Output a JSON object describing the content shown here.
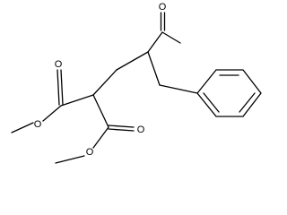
{
  "molecule": {
    "atoms": {
      "ketone_oxygen": "O",
      "ester1_carbonyl_oxygen": "O",
      "ester1_ether_oxygen": "O",
      "ester2_carbonyl_oxygen": "O",
      "ester2_ether_oxygen": "O"
    }
  },
  "colors": {
    "bond": "#000000",
    "label": "#000000",
    "background": "#ffffff"
  }
}
